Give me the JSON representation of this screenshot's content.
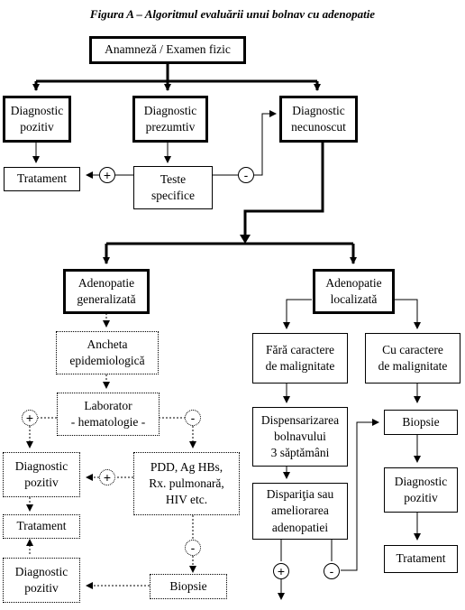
{
  "title": "Figura A – Algoritmul evaluării unui bolnav cu adenopatie",
  "nodes": {
    "anamneza": [
      "Anamneză / Examen fizic"
    ],
    "diag_pozitiv": [
      "Diagnostic",
      "pozitiv"
    ],
    "diag_prezumtiv": [
      "Diagnostic",
      "prezumtiv"
    ],
    "diag_necunoscut": [
      "Diagnostic",
      "necunoscut"
    ],
    "tratament_top": [
      "Tratament"
    ],
    "teste": [
      "Teste",
      "specifice"
    ],
    "aden_generalizata": [
      "Adenopatie",
      "generalizată"
    ],
    "aden_localizata": [
      "Adenopatie",
      "localizată"
    ],
    "ancheta": [
      "Ancheta",
      "epidemiologică"
    ],
    "laborator": [
      "Laborator",
      "- hematologie -"
    ],
    "diag_pozitiv_l1": [
      "Diagnostic",
      "pozitiv"
    ],
    "pdd": [
      "PDD, Ag HBs,",
      "Rx. pulmonară,",
      "HIV etc."
    ],
    "tratament_left": [
      "Tratament"
    ],
    "diag_pozitiv_l2": [
      "Diagnostic",
      "pozitiv"
    ],
    "biopsie_left": [
      "Biopsie"
    ],
    "fara_caractere": [
      "Fără caractere",
      "de malignitate"
    ],
    "cu_caractere": [
      "Cu caractere",
      "de malignitate"
    ],
    "dispensarizarea": [
      "Dispensarizarea",
      "bolnavului",
      "3 săptămâni"
    ],
    "biopsie_right": [
      "Biopsie"
    ],
    "disparitia": [
      "Dispariţia sau",
      "ameliorarea",
      "adenopatiei"
    ],
    "diag_pozitiv_r": [
      "Diagnostic",
      "pozitiv"
    ],
    "tratament_right": [
      "Tratament"
    ]
  },
  "signs": {
    "plus": "+",
    "minus": "-"
  }
}
